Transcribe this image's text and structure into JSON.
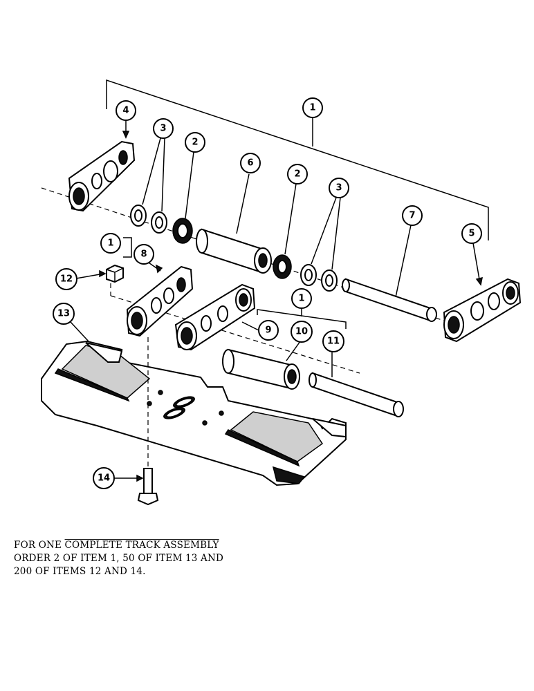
{
  "callouts": [
    {
      "id": "c1-top",
      "label": "1"
    },
    {
      "id": "c2-left",
      "label": "2"
    },
    {
      "id": "c3-left",
      "label": "3"
    },
    {
      "id": "c4",
      "label": "4"
    },
    {
      "id": "c5",
      "label": "5"
    },
    {
      "id": "c6",
      "label": "6"
    },
    {
      "id": "c2-right",
      "label": "2"
    },
    {
      "id": "c3-right",
      "label": "3"
    },
    {
      "id": "c7",
      "label": "7"
    },
    {
      "id": "c1-mid",
      "label": "1"
    },
    {
      "id": "c8",
      "label": "8"
    },
    {
      "id": "c12",
      "label": "12"
    },
    {
      "id": "c13",
      "label": "13"
    },
    {
      "id": "c9",
      "label": "9"
    },
    {
      "id": "c10",
      "label": "10"
    },
    {
      "id": "c11",
      "label": "11"
    },
    {
      "id": "c1-lower",
      "label": "1"
    },
    {
      "id": "c14",
      "label": "14"
    }
  ],
  "note": {
    "line1_a": "FOR ONE ",
    "line1_b": "COMPLETE TRACK ASSEMBLY",
    "line2": "ORDER 2 OF ITEM 1, 50 OF ITEM 13 AND",
    "line3": "200 OF ITEMS 12 AND 14."
  }
}
